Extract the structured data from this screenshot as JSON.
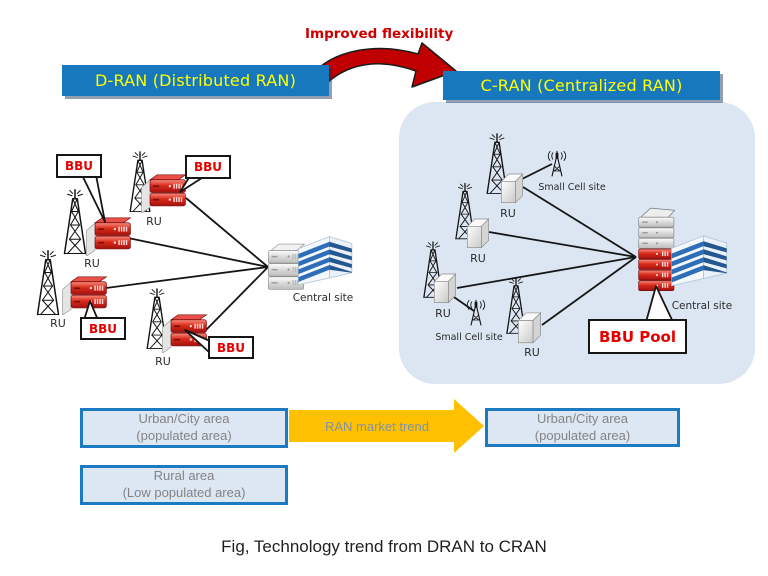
{
  "header": {
    "improved_flexibility": "Improved flexibility",
    "dran_title": "D-RAN (Distributed RAN)",
    "cran_title": "C-RAN (Centralized RAN)"
  },
  "dran": {
    "bbu": "BBU",
    "ru": "RU",
    "central_site": "Central site"
  },
  "cran": {
    "ru": "RU",
    "small_cell": "Small Cell site",
    "bbu_pool": "BBU Pool",
    "central_site": "Central site"
  },
  "market": {
    "urban_left_line1": "Urban/City area",
    "urban_left_line2": "(populated area)",
    "rural_line1": "Rural area",
    "rural_line2": "(Low populated area)",
    "arrow_label": "RAN market trend",
    "urban_right_line1": "Urban/City area",
    "urban_right_line2": "(populated area)"
  },
  "caption": "Fig, Technology trend from DRAN to CRAN",
  "colors": {
    "header_blue": "#1878be",
    "header_text": "#ffff00",
    "accent_red": "#cc0000",
    "panel_blue": "#dbe6f2",
    "area_fill": "#dce7f3",
    "area_border": "#1b7ac2",
    "area_text": "#848484",
    "arrow_orange": "#ffc000",
    "callout_red": "#e60000",
    "line_black": "#161616"
  }
}
